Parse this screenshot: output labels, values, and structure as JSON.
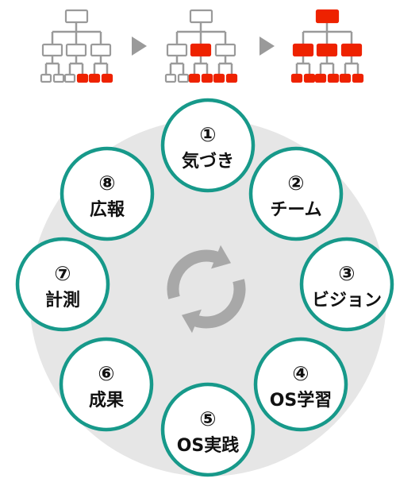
{
  "colors": {
    "accent": "#17998a",
    "highlight": "#ee2200",
    "tree_gray": "#9a9a9a",
    "backdrop": "#e6e6e6",
    "cycle_icon": "#a8a8a8"
  },
  "icons": {
    "arrow": "triangle-right-icon",
    "center": "cycle-refresh-icon"
  },
  "org_charts": [
    {
      "highlighted": "bottom-right"
    },
    {
      "highlighted": "middle-and-bottom"
    },
    {
      "highlighted": "all"
    }
  ],
  "cycle": {
    "steps": [
      {
        "num": "①",
        "label": "気づき"
      },
      {
        "num": "②",
        "label": "チーム"
      },
      {
        "num": "③",
        "label": "ビジョン"
      },
      {
        "num": "④",
        "label": "OS学習"
      },
      {
        "num": "⑤",
        "label": "OS実践"
      },
      {
        "num": "⑥",
        "label": "成果"
      },
      {
        "num": "⑦",
        "label": "計測"
      },
      {
        "num": "⑧",
        "label": "広報"
      }
    ]
  }
}
